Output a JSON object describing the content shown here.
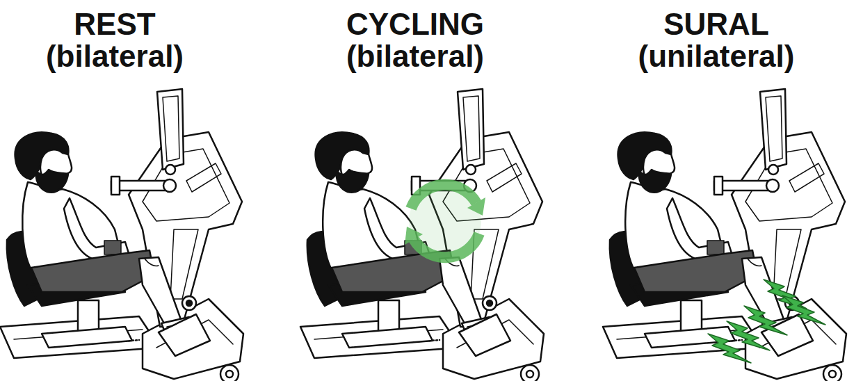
{
  "diagram": {
    "labels": [
      "REST (bilateral)",
      "CYCLING (bilateral)",
      "SURAL (unilateral)"
    ]
  }
}
